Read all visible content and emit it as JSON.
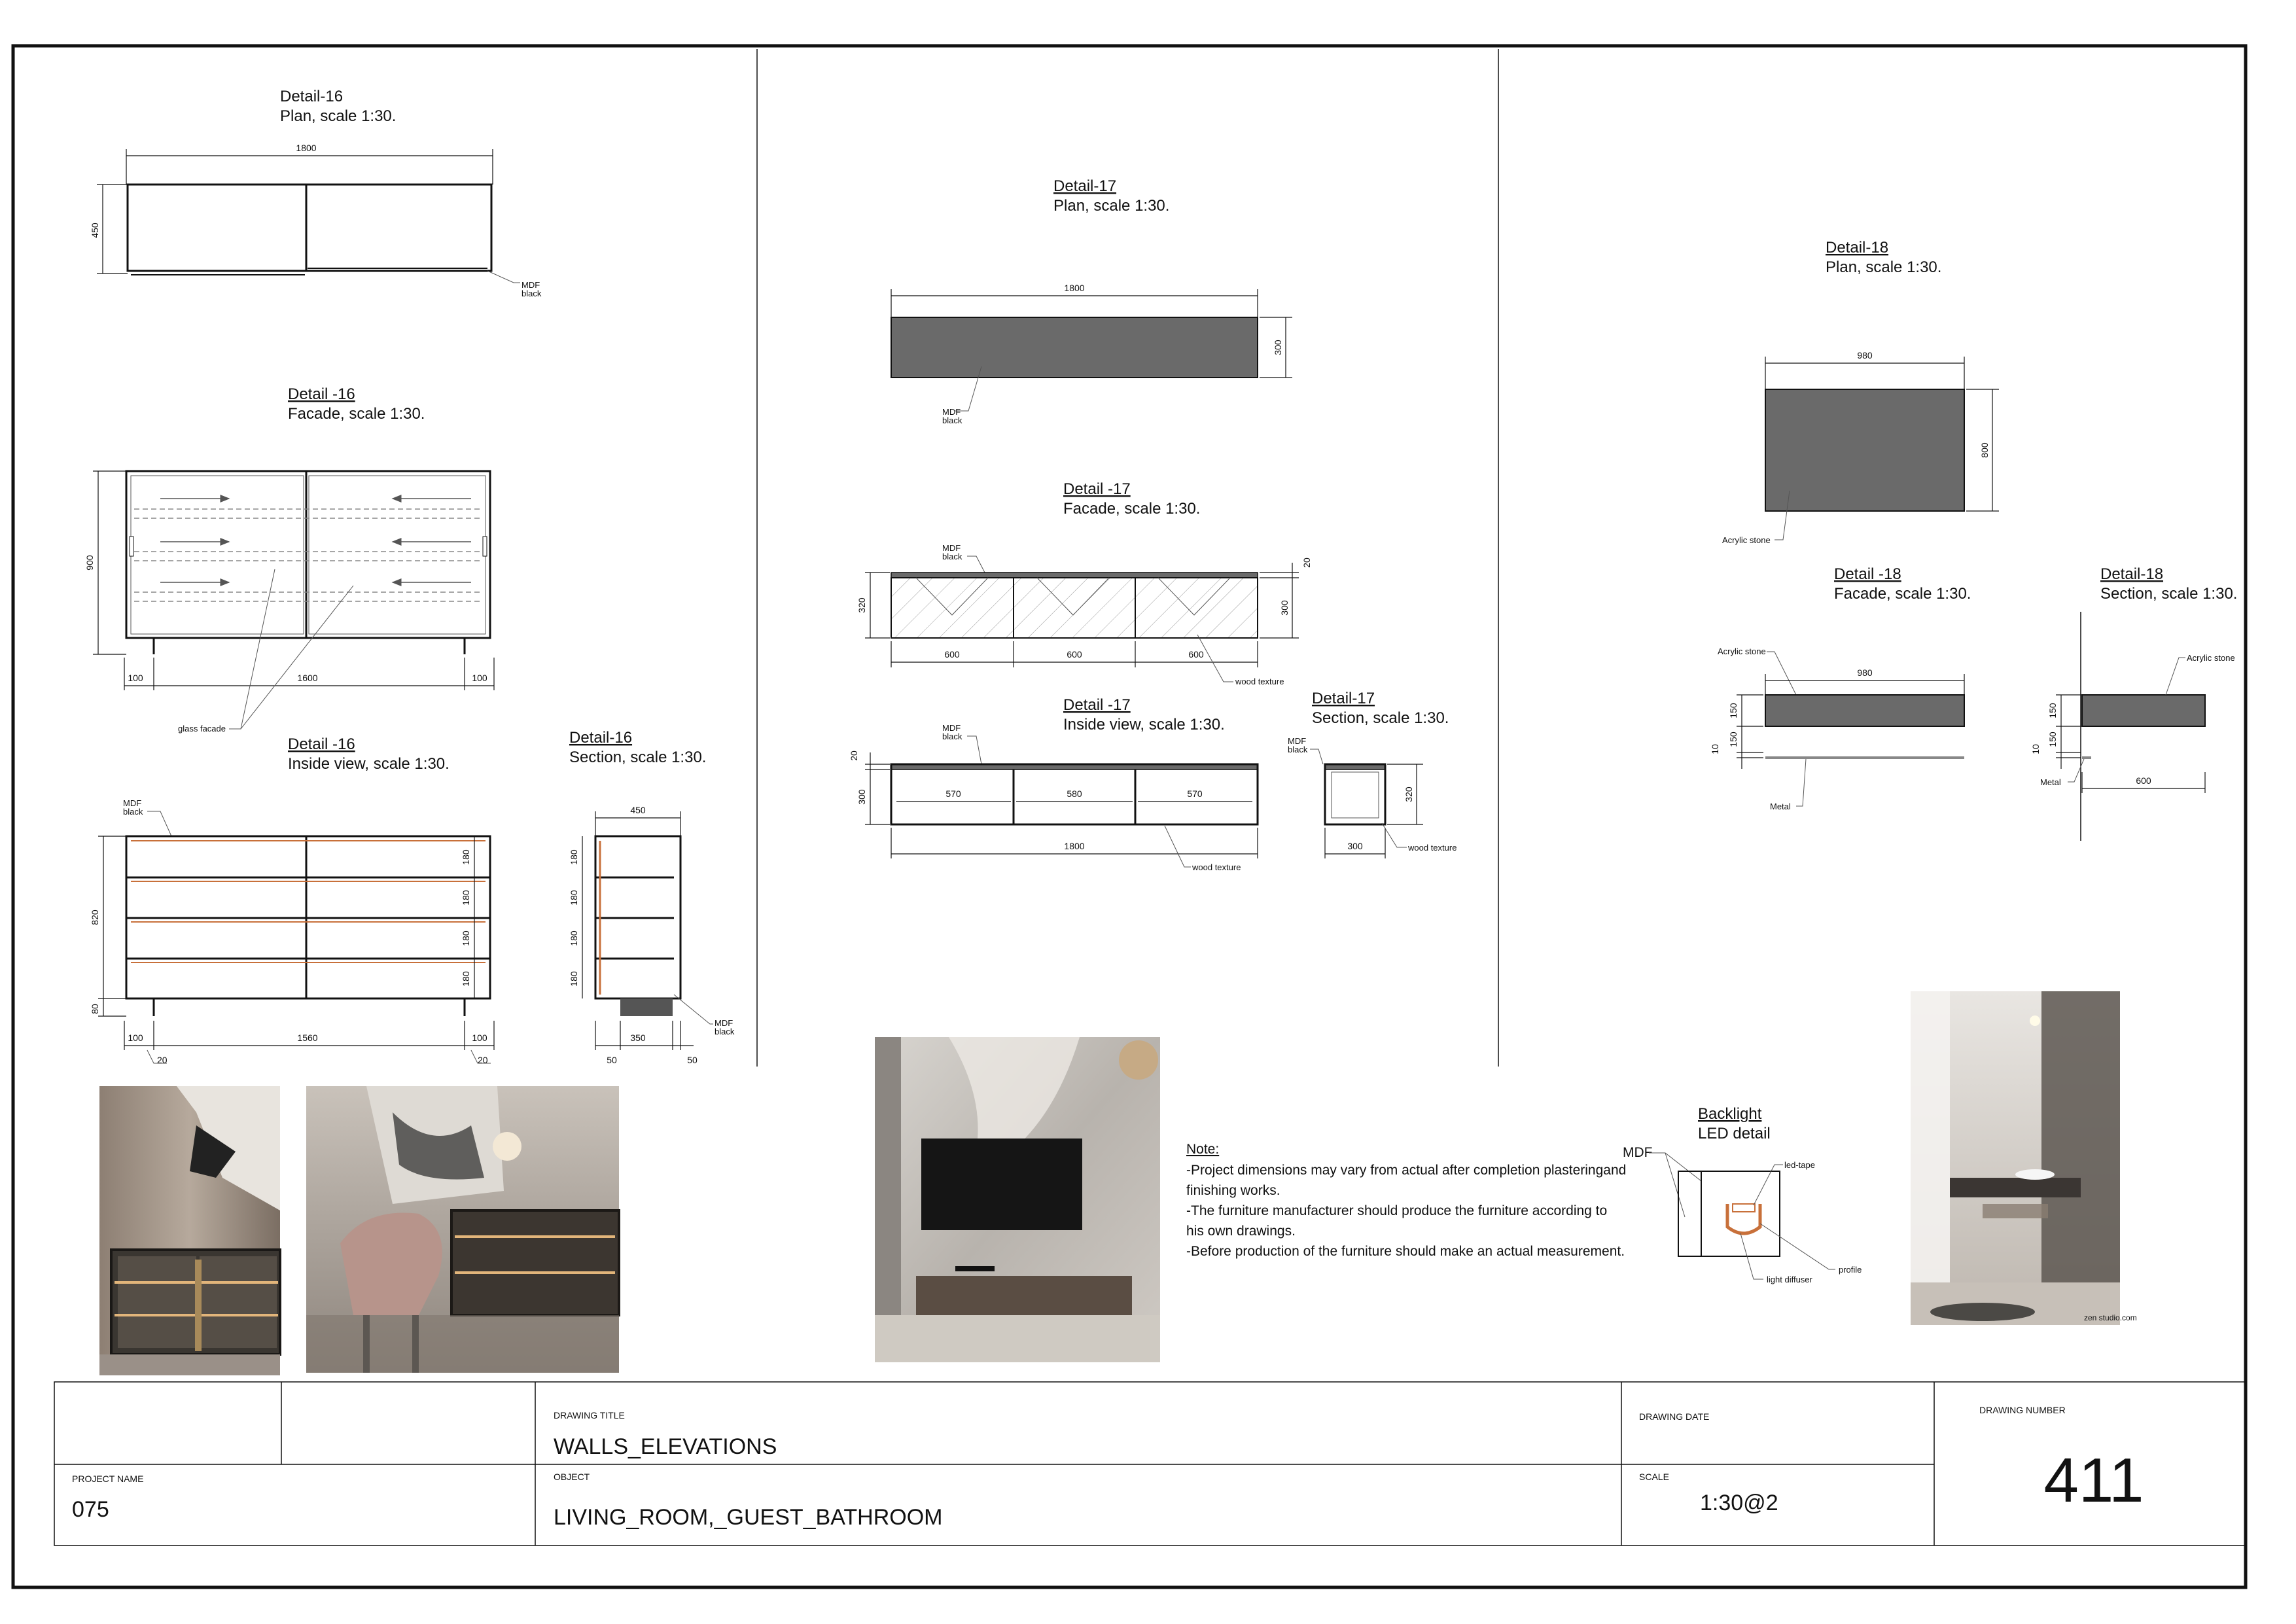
{
  "details": {
    "d16_plan": {
      "name": "Detail-16",
      "sub": "Plan, scale 1:30.",
      "dim_w": "1800",
      "dim_h": "450",
      "note": [
        "MDF",
        "black"
      ]
    },
    "d16_facade": {
      "name": "Detail -16",
      "sub": "Facade, scale 1:30.",
      "dim_h": "900",
      "dim_l": "100",
      "dim_c": "1600",
      "dim_r": "100",
      "note": "glass facade"
    },
    "d16_inside": {
      "name": "Detail -16",
      "sub": "Inside view, scale 1:30.",
      "note": [
        "MDF",
        "black"
      ],
      "dim_h": "820",
      "dim_leg": "80",
      "shelves": [
        "180",
        "180",
        "180",
        "180"
      ],
      "dim_l": "100",
      "dim_c": "1560",
      "dim_r": "100",
      "dim_ll": "20",
      "dim_rr": "20"
    },
    "d16_section": {
      "name": "Detail-16",
      "sub": "Section, scale 1:30.",
      "dim_w": "450",
      "shelves": [
        "180",
        "180",
        "180",
        "180"
      ],
      "dim_l": "50",
      "dim_c": "350",
      "dim_r": "50",
      "note": [
        "MDF",
        "black"
      ]
    },
    "d17_plan": {
      "name": "Detail-17",
      "sub": "Plan, scale 1:30.",
      "dim_w": "1800",
      "dim_h": "300",
      "note": [
        "MDF",
        "black"
      ]
    },
    "d17_facade": {
      "name": "Detail -17",
      "sub": "Facade, scale 1:30.",
      "note": [
        "MDF",
        "black"
      ],
      "dim_top": "20",
      "dim_h_l": "320",
      "dim_h_r": "300",
      "panels": [
        "600",
        "600",
        "600"
      ],
      "texture": "wood texture"
    },
    "d17_inside": {
      "name": "Detail -17",
      "sub": "Inside view, scale 1:30.",
      "note": [
        "MDF",
        "black"
      ],
      "dim_top": "20",
      "dim_h": "300",
      "panels": [
        "570",
        "580",
        "570"
      ],
      "dim_w": "1800",
      "texture": "wood texture"
    },
    "d17_section": {
      "name": "Detail-17",
      "sub": "Section, scale 1:30.",
      "note": [
        "MDF",
        "black"
      ],
      "dim_h": "320",
      "dim_w": "300",
      "texture": "wood texture"
    },
    "d18_plan": {
      "name": "Detail-18",
      "sub": "Plan, scale 1:30.",
      "dim_w": "980",
      "dim_h": "800",
      "note": "Acrylic stone"
    },
    "d18_facade": {
      "name": "Detail -18",
      "sub": "Facade, scale 1:30.",
      "note_top": "Acrylic stone",
      "dim_w": "980",
      "dim_h": "150",
      "dim_10": "10",
      "dim_150": "150",
      "note_bottom": "Metal"
    },
    "d18_section": {
      "name": "Detail-18",
      "sub": "Section, scale 1:30.",
      "note_top": "Acrylic stone",
      "dim_h": "150",
      "dim_10": "10",
      "dim_150": "150",
      "note_bottom": "Metal",
      "dim_w": "600"
    },
    "backlight": {
      "name": "Backlight",
      "sub": "LED detail",
      "mdf": "MDF",
      "led": "led-tape",
      "profile": "profile",
      "diffuser": "light diffuser"
    }
  },
  "note": {
    "heading": "Note:",
    "lines": [
      "-Project dimensions may vary from actual after completion plasteringand",
      "finishing works.",
      "-The furniture manufacturer should produce the furniture according to",
      "his own drawings.",
      "-Before production of the furniture should make an actual measurement."
    ]
  },
  "photo_caption": "zen studio.com",
  "title_block": {
    "drawing_title_label": "DRAWING TITLE",
    "drawing_title": "WALLS_ELEVATIONS",
    "object_label": "OBJECT",
    "object": "LIVING_ROOM,_GUEST_BATHROOM",
    "project_name_label": "PROJECT NAME",
    "project_name": "075",
    "drawing_date_label": "DRAWING DATE",
    "scale_label": "SCALE",
    "scale": "1:30@2",
    "drawing_number_label": "DRAWING NUMBER",
    "drawing_number": "411"
  },
  "colors": {
    "fill_dark": "#6a6a6a",
    "accent": "#c8703a",
    "line": "#111111"
  }
}
